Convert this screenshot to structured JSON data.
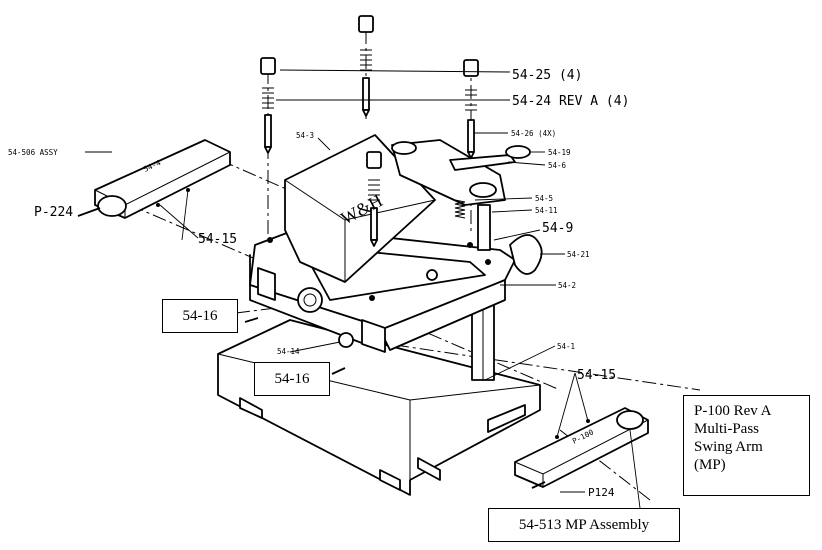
{
  "labels": {
    "p_54_25": "54-25 (4)",
    "p_54_24": "54-24 REV A (4)",
    "p_54_26": "54-26 (4X)",
    "p_54_19": "54-19",
    "p_54_6": "54-6",
    "p_54_5": "54-5",
    "p_54_11": "54-11",
    "p_54_9": "54-9",
    "p_54_21": "54-21",
    "p_54_2": "54-2",
    "p_54_1": "54-1",
    "p_54_15_right": "54-15",
    "p_54_15_left": "54-15",
    "p_54_3": "54-3",
    "p_54_506": "54-506 ASSY",
    "p_54_4": "54-4",
    "p_p224": "P-224",
    "p_54_14": "54-14",
    "p_p124": "P124",
    "p_p100_body": "P-100",
    "wh_mark": "W&H"
  },
  "boxes": {
    "callout_54_16_a": "54-16",
    "callout_54_16_b": "54-16",
    "mp_assembly": "54-513 MP Assembly",
    "p100_lines": [
      "P-100 Rev A",
      "Multi-Pass",
      "Swing Arm",
      "(MP)"
    ]
  }
}
